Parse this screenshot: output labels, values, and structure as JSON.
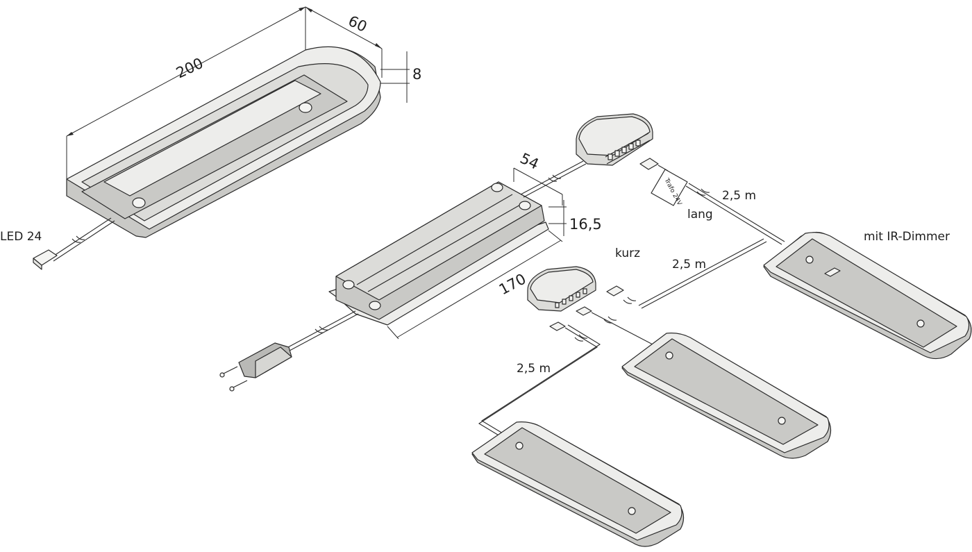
{
  "dimensions": {
    "length": "200",
    "width": "60",
    "height": "8",
    "driver_width": "54",
    "driver_height": "16,5",
    "driver_length": "170"
  },
  "labels": {
    "led": "LED 24",
    "trafo": "Trafo 24V",
    "lang": "lang",
    "kurz": "kurz",
    "cable_1": "2,5 m",
    "cable_2": "2,5 m",
    "cable_3": "2,5 m",
    "ir_dimmer": "mit IR-Dimmer"
  }
}
